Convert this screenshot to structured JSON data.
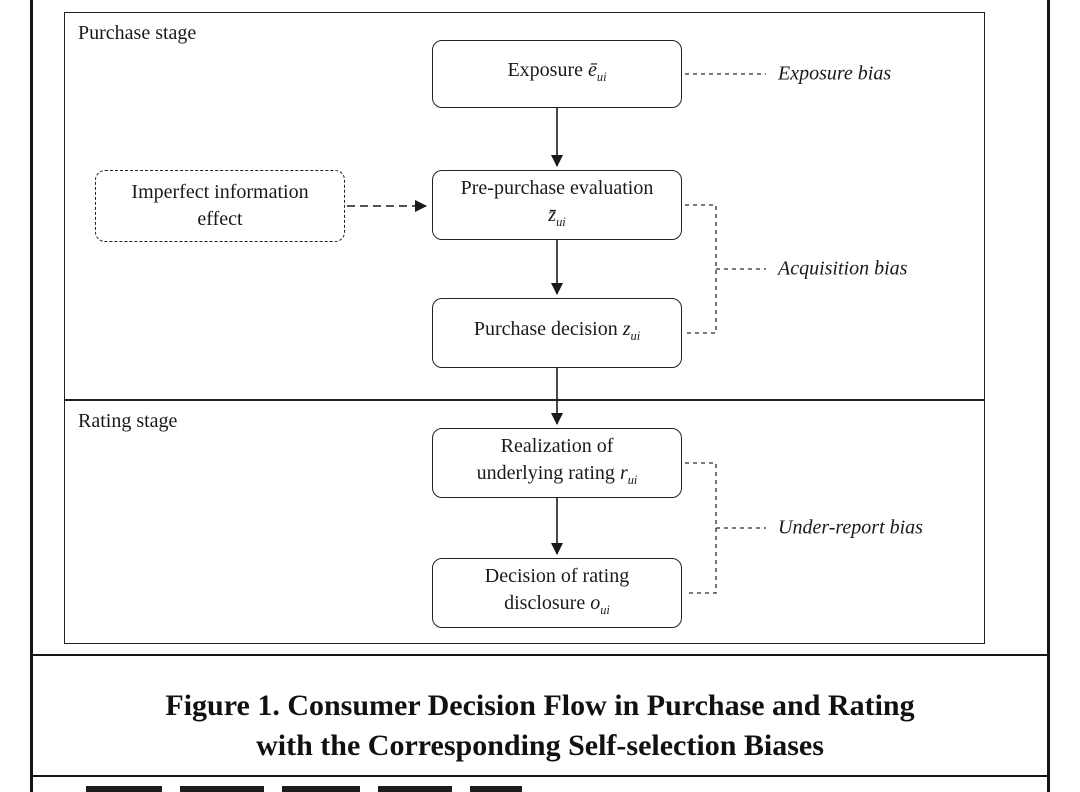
{
  "stages": {
    "purchase": "Purchase stage",
    "rating": "Rating stage"
  },
  "nodes": {
    "exposure": {
      "text": "Exposure",
      "var": "ē",
      "sub": "ui"
    },
    "imperfect": {
      "line1": "Imperfect information",
      "line2": "effect"
    },
    "pre_purchase": {
      "line1": "Pre-purchase evaluation",
      "var": "z̄",
      "sub": "ui"
    },
    "purchase_decision": {
      "text": "Purchase decision",
      "var": "z",
      "sub": "ui"
    },
    "realization": {
      "line1": "Realization of",
      "line2": "underlying rating",
      "var": "r",
      "sub": "ui"
    },
    "disclosure": {
      "line1": "Decision of rating",
      "line2": "disclosure",
      "var": "o",
      "sub": "ui"
    }
  },
  "biases": {
    "exposure": "Exposure bias",
    "acquisition": "Acquisition bias",
    "under_report": "Under-report bias"
  },
  "caption": {
    "line1": "Figure 1. Consumer Decision Flow in Purchase and Rating",
    "line2": "with the Corresponding Self-selection Biases"
  },
  "colors": {
    "line": "#1a1a1a",
    "background": "#ffffff"
  }
}
